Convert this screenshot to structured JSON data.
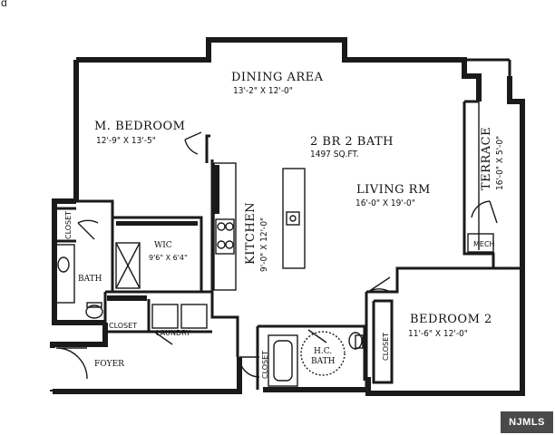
{
  "corner_mark": "d",
  "watermark": {
    "text": "NJMLS"
  },
  "summary": {
    "beds_baths": "2 BR 2 BATH",
    "area": "1497 SQ.FT."
  },
  "rooms": {
    "dining": {
      "name": "DINING AREA",
      "dims": "13'-2\" X 12'-0\""
    },
    "master": {
      "name": "M. BEDROOM",
      "dims": "12'-9\" X 13'-5\""
    },
    "living": {
      "name": "LIVING RM",
      "dims": "16'-0\" X 19'-0\""
    },
    "kitchen": {
      "name": "KITCHEN",
      "dims": "9'-0\" X 12'-0\""
    },
    "wic": {
      "name": "WIC",
      "dims": "9'6\" X 6'4\""
    },
    "terrace": {
      "name": "TERRACE",
      "dims": "16'-0\" X 5'-0\""
    },
    "bedroom2": {
      "name": "BEDROOM 2",
      "dims": "11'-6\" X 12'-0\""
    },
    "hc_bath": {
      "name": "H.C.",
      "name2": "BATH"
    }
  },
  "labels": {
    "closet_top": "CLOSET",
    "bath": "BATH",
    "closet_mid": "CLOSET",
    "laundry": "LAUNDRY",
    "foyer": "FOYER",
    "closet_hc": "CLOSET",
    "closet_br2": "CLOSET",
    "mech": "MECH"
  }
}
